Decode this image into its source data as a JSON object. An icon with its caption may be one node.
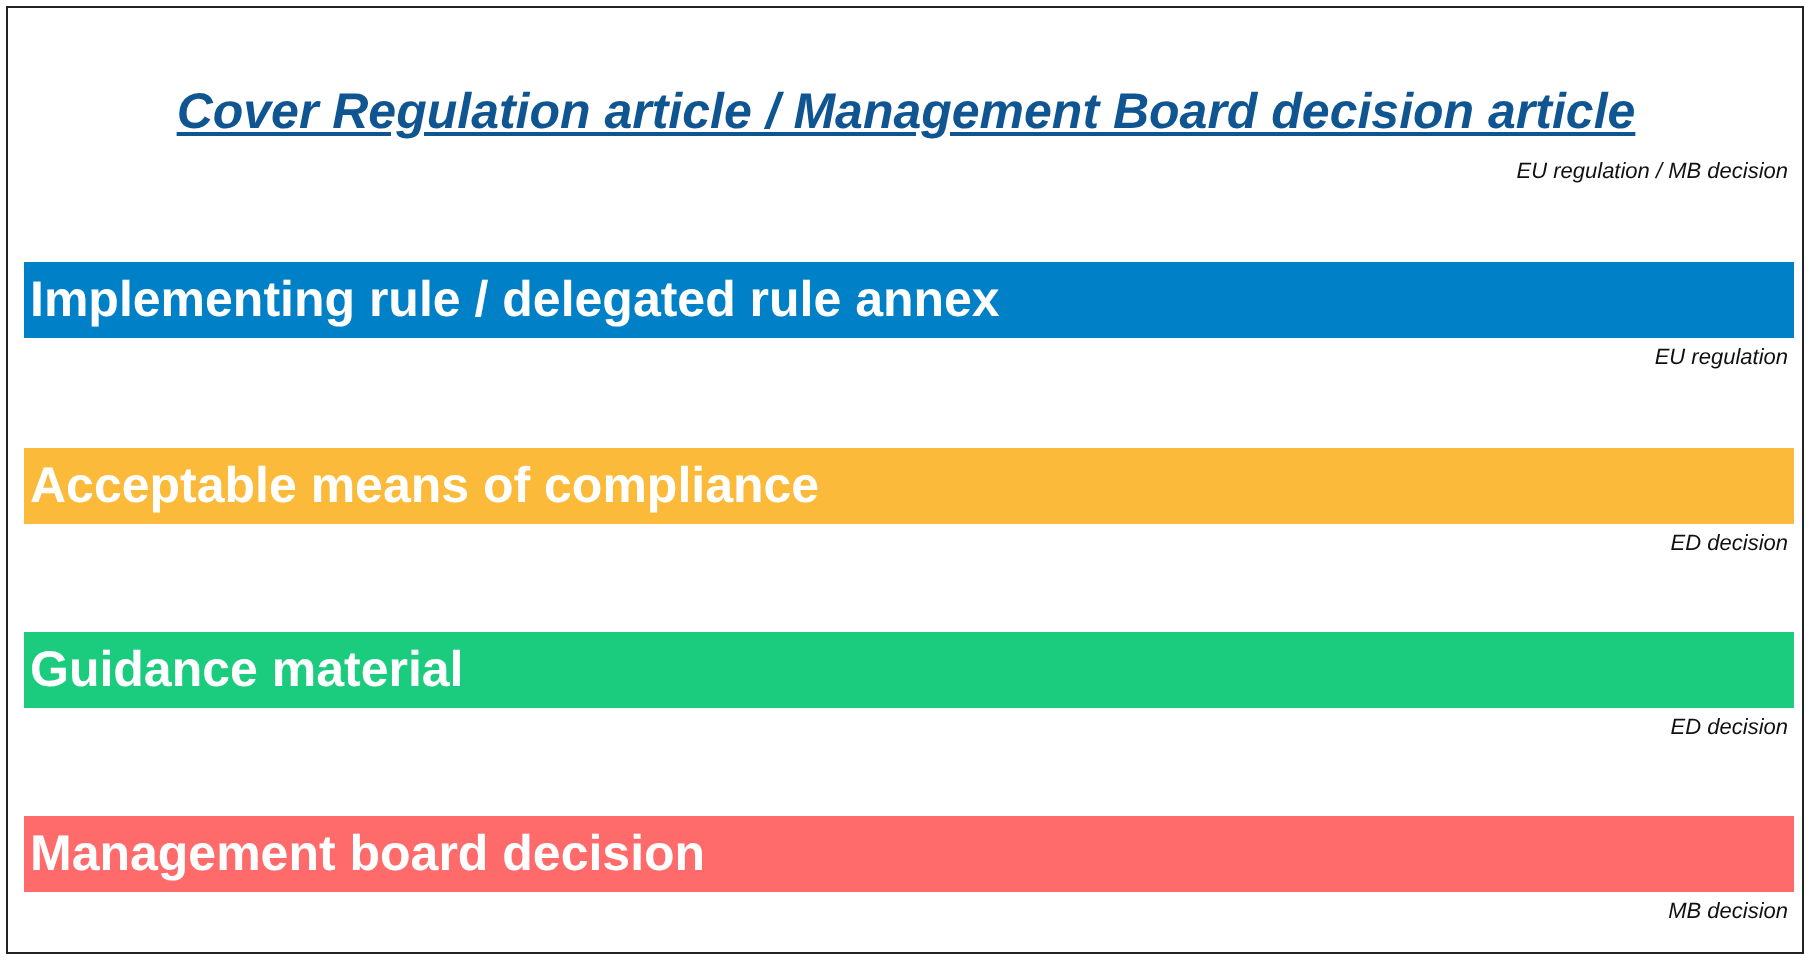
{
  "diagram": {
    "title": "Cover Regulation article / Management Board decision article",
    "nodes": [
      {
        "text": [
          "Implementing rule / delegated rule annex"
        ],
        "beside": [
          "EU regulation"
        ]
      },
      {
        "text": [
          "Acceptable means of compliance"
        ],
        "beside": [
          "ED decision"
        ]
      },
      {
        "text": [
          "Guidance material"
        ],
        "beside": [
          "ED decision"
        ]
      },
      {
        "text": [
          "Management board decision"
        ],
        "beside": [
          "MB decision"
        ]
      }
    ],
    "labels": [
      "EU regulation / MB decision"
    ]
  }
}
